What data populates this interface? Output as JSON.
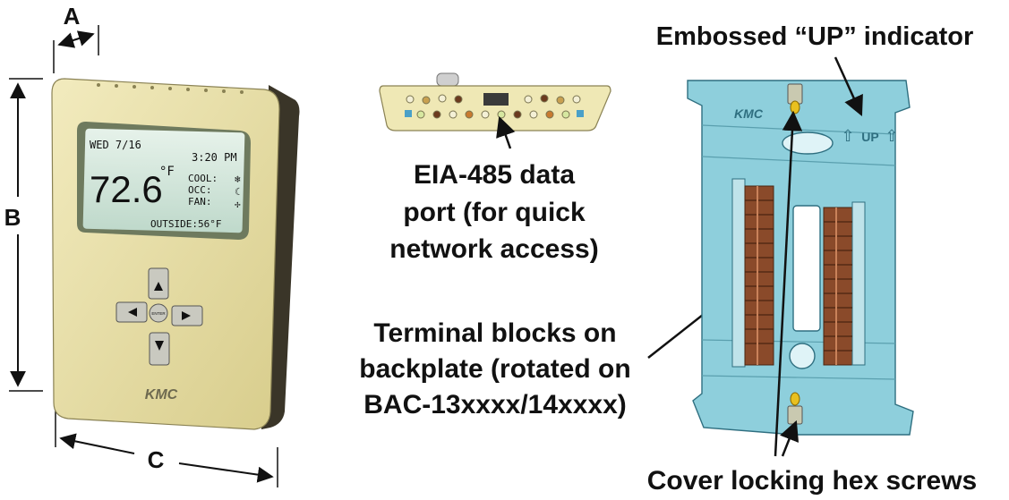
{
  "dimensions": {
    "a": "A",
    "b": "B",
    "c": "C"
  },
  "thermostat": {
    "lcd": {
      "date": "WED 7/16",
      "time": "3:20 PM",
      "temp": "72.6",
      "unit": "°F",
      "cool": "COOL:",
      "occ": "OCC:",
      "fan": "FAN:",
      "outside": "OUTSIDE:56°F"
    },
    "enter_label": "ENTER",
    "logo": "KMC"
  },
  "backplate": {
    "logo": "KMC",
    "up_text": "UP"
  },
  "callouts": {
    "embossed": "Embossed “UP” indicator",
    "eia_line1": "EIA-485 data",
    "eia_line2": "port (for quick",
    "eia_line3": "network access)",
    "term_line1": "Terminal blocks on",
    "term_line2": "backplate (rotated on",
    "term_line3": "BAC-13xxxx/14xxxx)",
    "screws": "Cover locking hex screws"
  },
  "colors": {
    "housing": "#e8dfa6",
    "screen": "#cfe4d9",
    "backplate": "#8ecfdc",
    "terminals": "#8a4a2a"
  }
}
